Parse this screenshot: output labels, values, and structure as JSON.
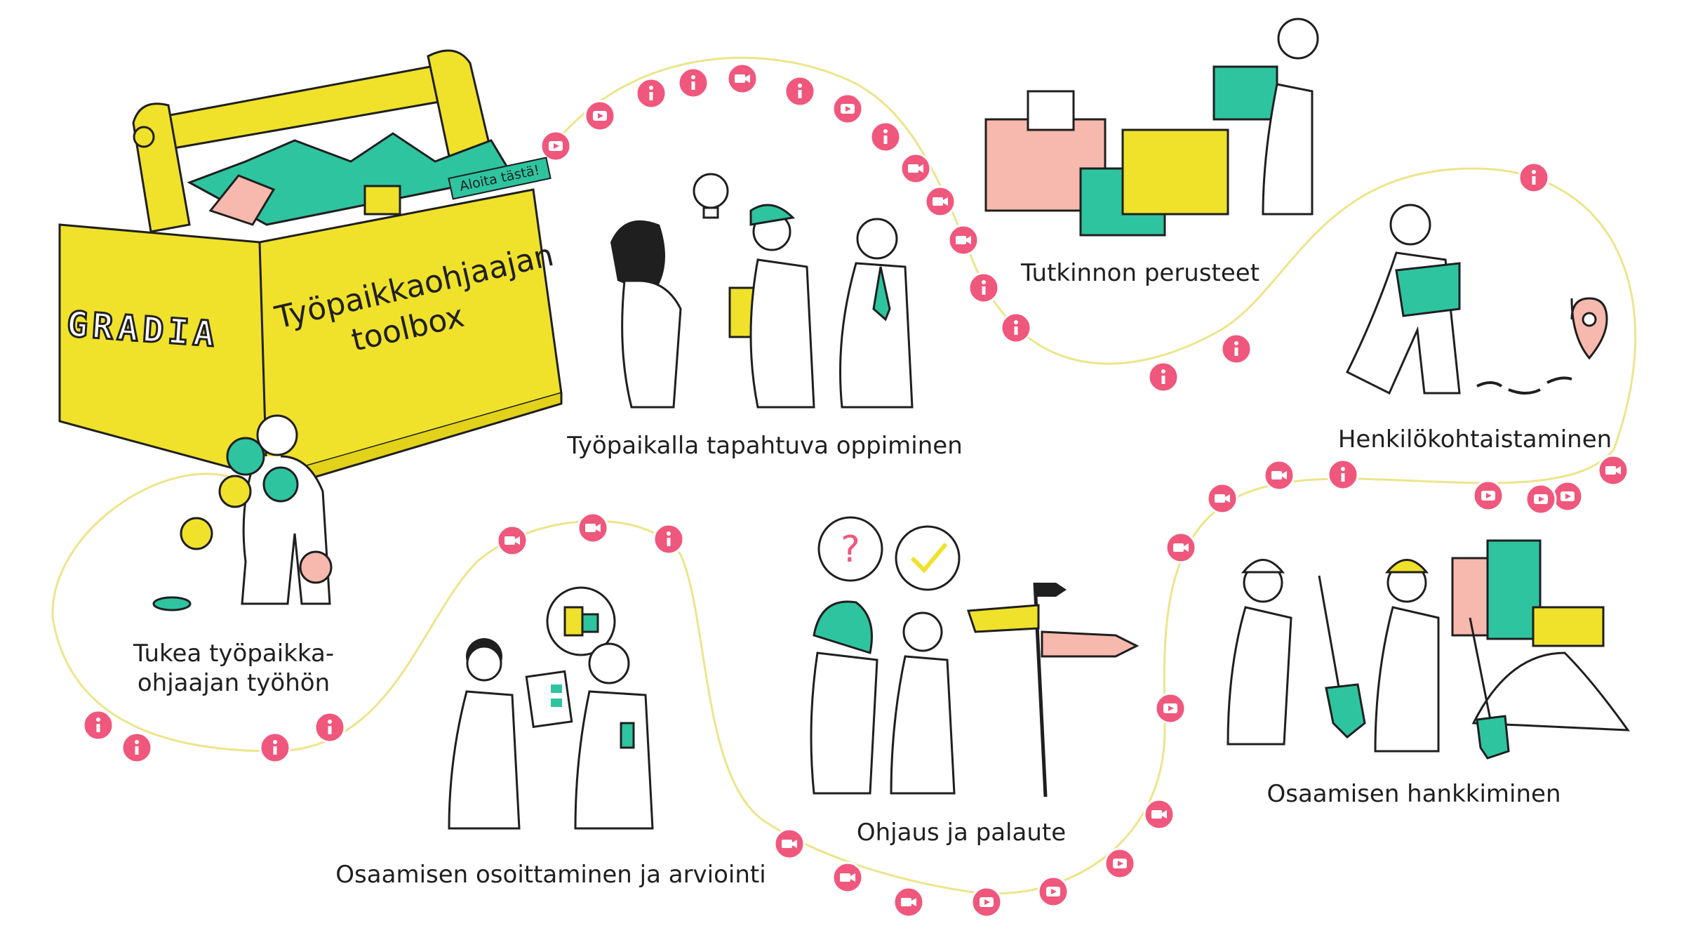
{
  "brand": {
    "logo_text": "GRADIA",
    "box_title_line1": "Työpaikkaohjaajan",
    "box_title_line2": "toolbox",
    "start_tag": "Aloita tästä!"
  },
  "topics": [
    {
      "id": "tukea",
      "line1": "Tukea työpaikka-",
      "line2": "ohjaajan työhön"
    },
    {
      "id": "oppiminen",
      "line1": "Työpaikalla tapahtuva oppiminen"
    },
    {
      "id": "perusteet",
      "line1": "Tutkinnon perusteet"
    },
    {
      "id": "henkilo",
      "line1": "Henkilökohtaistaminen"
    },
    {
      "id": "hankkiminen",
      "line1": "Osaamisen hankkiminen"
    },
    {
      "id": "ohjaus",
      "line1": "Ohjaus ja palaute"
    },
    {
      "id": "osoittaminen",
      "line1": "Osaamisen osoittaminen ja arviointi"
    }
  ],
  "icons": {
    "info": "info-icon",
    "video": "video-icon",
    "camera": "camera-icon"
  },
  "colors": {
    "marker": "#f0577c",
    "path": "#ece58a",
    "yellow": "#f0e22a",
    "teal": "#2ec4a0",
    "pink": "#f7b8ad",
    "ink": "#1f1f1f"
  }
}
